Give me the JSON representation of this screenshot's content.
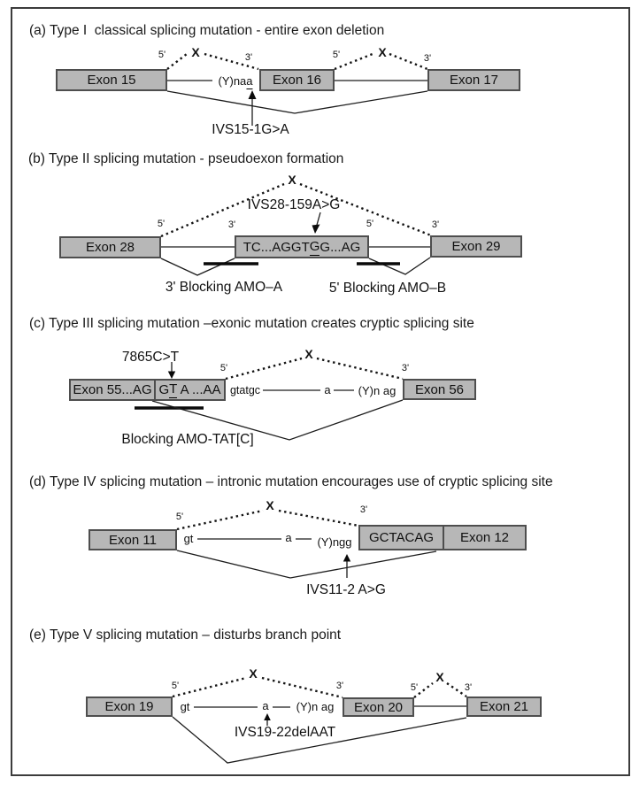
{
  "figure": {
    "background": "#ffffff",
    "frame_border_color": "#3c3c3c",
    "exon_fill": "#b7b7b7",
    "exon_border": "#4e4e4e",
    "line_color": "#1c1c1c"
  },
  "labels": {
    "five_prime": "5'",
    "three_prime": "3'",
    "x_mark": "X"
  },
  "panels": {
    "a": {
      "title": "(a) Type I  classical splicing mutation - entire exon deletion",
      "exon_left": "Exon 15",
      "exon_mid": "Exon 16",
      "exon_right": "Exon 17",
      "branch_text": {
        "pre": "(Y)na",
        "underlined": "a"
      },
      "mutation_label": "IVS15-1G>A"
    },
    "b": {
      "title": "(b) Type II splicing mutation - pseudoexon formation",
      "exon_left": "Exon 28",
      "exon_right": "Exon 29",
      "pseudoexon": {
        "pre": "TC...AGGT",
        "underlined": "G",
        "post": "G...AG"
      },
      "mutation_label": "IVS28-159A>G",
      "amo_left": "3' Blocking AMO–A",
      "amo_right": "5' Blocking AMO–B"
    },
    "c": {
      "title": "(c) Type III splicing mutation –exonic mutation creates cryptic splicing site",
      "mutation_label": "7865C>T",
      "exon_left_part1": "Exon 55...AG",
      "exon_left_part2": {
        "pre": "G",
        "underlined": "T",
        "post": " A ...AA"
      },
      "intron_seq1": "gtatgc",
      "branch_a": "a",
      "intron_seq2": "(Y)n ag",
      "exon_right": "Exon 56",
      "amo_label": "Blocking AMO-TAT[C]"
    },
    "d": {
      "title": "(d) Type IV splicing mutation – intronic mutation encourages use of cryptic splicing site",
      "exon_left": "Exon 11",
      "donor": "gt",
      "branch_a": "a",
      "acceptor": "(Y)ngg",
      "cryptic_seq": "GCTACAG",
      "exon_right": "Exon 12",
      "mutation_label": "IVS11-2 A>G"
    },
    "e": {
      "title": "(e) Type V splicing mutation – disturbs branch point",
      "exon_left": "Exon 19",
      "donor": "gt",
      "branch_a": "a",
      "acceptor": "(Y)n ag",
      "exon_mid": "Exon 20",
      "exon_right": "Exon 21",
      "mutation_label": "IVS19-22delAAT"
    }
  }
}
